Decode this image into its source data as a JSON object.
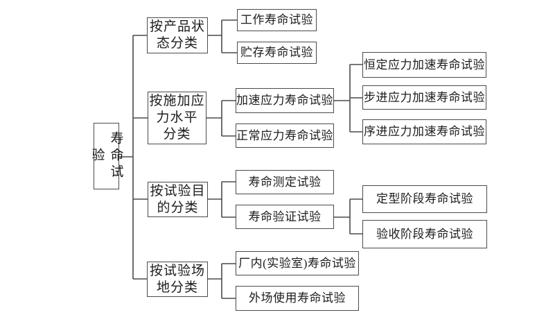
{
  "tree": {
    "root": {
      "label": "寿命试验"
    },
    "branches": [
      {
        "label": "按产品状\n态分类",
        "children": [
          {
            "label": "工作寿命试验"
          },
          {
            "label": "贮存寿命试验"
          }
        ]
      },
      {
        "label": "按施加应\n力水平\n分类",
        "children": [
          {
            "label": "加速应力寿命试验",
            "children": [
              {
                "label": "恒定应力加速寿命试验"
              },
              {
                "label": "步进应力加速寿命试验"
              },
              {
                "label": "序进应力加速寿命试验"
              }
            ]
          },
          {
            "label": "正常应力寿命试验"
          }
        ]
      },
      {
        "label": "按试验目\n的分类",
        "children": [
          {
            "label": "寿命测定试验"
          },
          {
            "label": "寿命验证试验",
            "children": [
              {
                "label": "定型阶段寿命试验"
              },
              {
                "label": "验收阶段寿命试验"
              }
            ]
          }
        ]
      },
      {
        "label": "按试验场\n地分类",
        "children": [
          {
            "label": "厂内(实验室)寿命试验"
          },
          {
            "label": "外场使用寿命试验"
          }
        ]
      }
    ]
  },
  "colors": {
    "line": "#4a4a4a",
    "background": "#ffffff",
    "text": "#1c1c1c"
  }
}
